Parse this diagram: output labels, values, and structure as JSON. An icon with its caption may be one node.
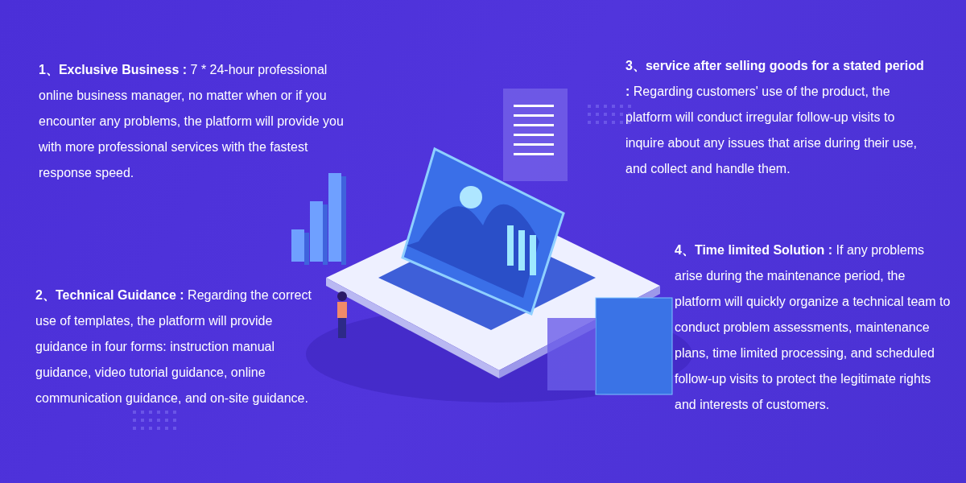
{
  "diagram": {
    "labels": [
      "**1、Exclusive Business :** 7 * 24-hour professional online business manager, no matter when or if you encounter any problems, the platform will provide you with more professional services with the fastest response speed.",
      "**2、Technical Guidance :** Regarding the correct use of templates, the platform will provide guidance in four forms: instruction manual guidance, video tutorial guidance, online communication guidance, and on-site guidance.",
      "**3、service after selling goods for a stated period :** Regarding customers' use of the product, the platform will conduct irregular follow-up visits to inquire about any issues that arise during their use, and collect and handle them.",
      "**4、Time limited Solution :** If any problems arise during the maintenance period, the platform will quickly organize a technical team to conduct problem assessments, maintenance plans, time limited processing, and scheduled follow-up visits to protect the legitimate rights and interests of customers."
    ]
  }
}
